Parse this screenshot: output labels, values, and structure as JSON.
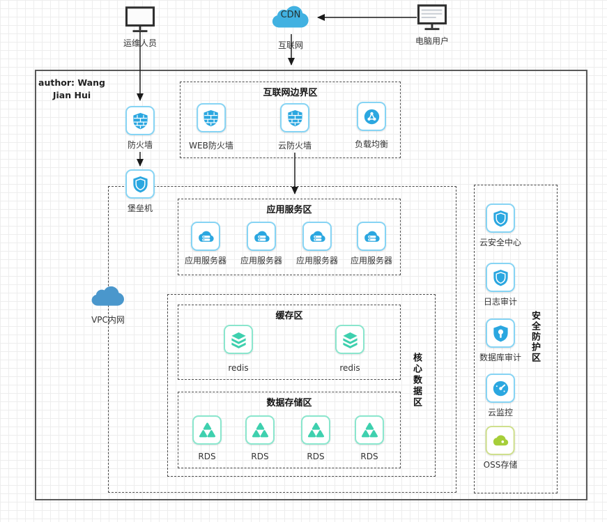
{
  "meta": {
    "author_note": "author: Wang Jian Hui"
  },
  "colors": {
    "icon_blue": "#2ba7e0",
    "icon_blue_border": "#86d4f4",
    "icon_green": "#3ed0ae",
    "icon_green_border": "#8ae6cd",
    "oss_green": "#a6ce39",
    "vpc_cloud_blue": "#4a97cc",
    "cdn_cloud_blue": "#41b1e1",
    "line_color": "#1a1a1a"
  },
  "external": {
    "ops_user": {
      "label": "运维人员"
    },
    "internet": {
      "cloud_text": "CDN",
      "label": "互联网"
    },
    "pc_user": {
      "label": "电脑用户"
    }
  },
  "left_chain": {
    "firewall": {
      "label": "防火墙"
    },
    "bastion": {
      "label": "堡垒机"
    },
    "vpc": {
      "label": "VPC内网"
    }
  },
  "zones": {
    "internet_border": {
      "title": "互联网边界区",
      "items": [
        {
          "label": "WEB防火墙"
        },
        {
          "label": "云防火墙"
        },
        {
          "label": "负载均衡"
        }
      ]
    },
    "app_service": {
      "title": "应用服务区",
      "items": [
        {
          "label": "应用服务器"
        },
        {
          "label": "应用服务器"
        },
        {
          "label": "应用服务器"
        },
        {
          "label": "应用服务器"
        }
      ]
    },
    "core_data": {
      "title": "核心数据区"
    },
    "cache": {
      "title": "缓存区",
      "items": [
        {
          "label": "redis"
        },
        {
          "label": "redis"
        }
      ]
    },
    "storage": {
      "title": "数据存储区",
      "items": [
        {
          "label": "RDS"
        },
        {
          "label": "RDS"
        },
        {
          "label": "RDS"
        },
        {
          "label": "RDS"
        }
      ]
    },
    "security": {
      "title": "安全防护区",
      "items": [
        {
          "label": "云安全中心"
        },
        {
          "label": "日志审计"
        },
        {
          "label": "数据库审计"
        },
        {
          "label": "云监控"
        },
        {
          "label": "OSS存储"
        }
      ]
    }
  }
}
